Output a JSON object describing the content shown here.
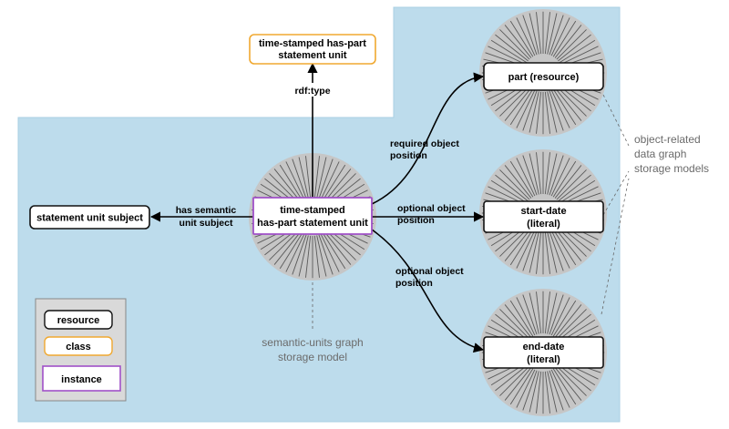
{
  "nodes": {
    "class_node": [
      "time-stamped has-part",
      "statement unit"
    ],
    "center_node": [
      "time-stamped",
      "has-part statement unit"
    ],
    "subject_node": [
      "statement unit subject"
    ],
    "part_node": [
      "part (resource)"
    ],
    "start_node": [
      "start-date",
      "(literal)"
    ],
    "end_node": [
      "end-date",
      "(literal)"
    ]
  },
  "edges": {
    "rdf_type": [
      "rdf:type"
    ],
    "has_subject": [
      "has semantic",
      "unit subject"
    ],
    "required": [
      "required object",
      "position"
    ],
    "optional_start": [
      "optional object",
      "position"
    ],
    "optional_end": [
      "optional object",
      "position"
    ]
  },
  "annotations": {
    "semantic_units": [
      "semantic-units graph",
      "storage model"
    ],
    "object_related": [
      "object-related",
      "data graph",
      "storage models"
    ]
  },
  "legend": {
    "resource": "resource",
    "class": "class",
    "instance": "instance"
  },
  "colors": {
    "background_panel": "#bddcec",
    "resource_border": "#111111",
    "class_border": "#f0a830",
    "instance_border": "#a050c8",
    "starburst_fill": "#c6c6c6",
    "starburst_line": "#5a5a5a"
  }
}
